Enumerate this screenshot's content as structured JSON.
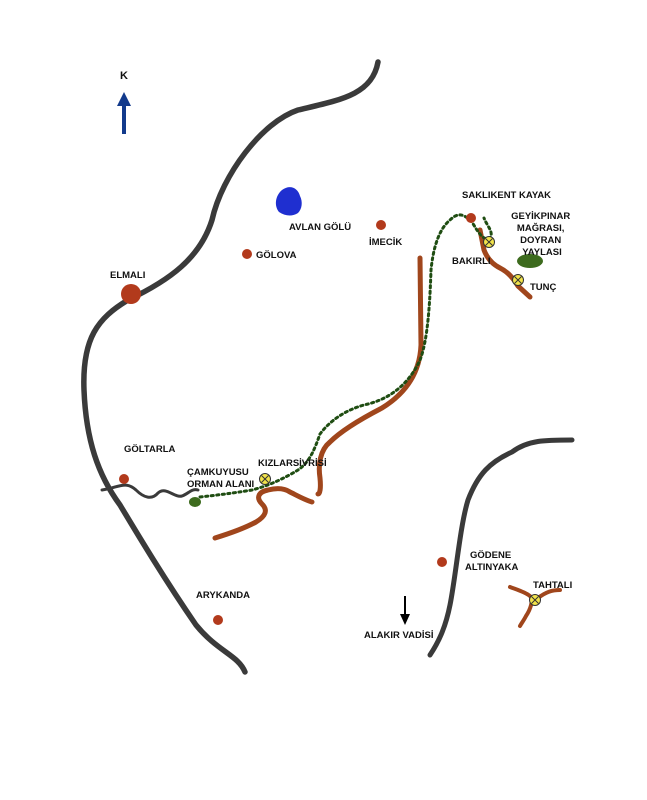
{
  "compass": {
    "letter": "K"
  },
  "places": {
    "elmali": "ELMALI",
    "avlan_golu": "AVLAN GÖLÜ",
    "imecik": "İMECİK",
    "golova": "GÖLOVA",
    "saklikent": "SAKLIKENT KAYAK",
    "geyikpinar": [
      "GEYİKPINAR",
      "MAĞRASI,",
      "DOYRAN",
      "YAYLASI"
    ],
    "bakirli": "BAKIRLI",
    "tunc": "TUNÇ",
    "goltarla": "GÖLTARLA",
    "camkuyusu": [
      "ÇAMKUYUSU",
      "ORMAN ALANI"
    ],
    "kizlarsivrisi": "KIZLARSİVRİSİ",
    "arykanda": "ARYKANDA",
    "godene": [
      "GÖDENE",
      "ALTINYAKA"
    ],
    "tahtali": "TAHTALI",
    "alakir": "ALAKIR VADİSİ"
  },
  "colors": {
    "road": "#3a3a3a",
    "ridge": "#a0461c",
    "trail": "#1f4d12",
    "town": "#b23a1c",
    "lake": "#1f2fd0",
    "arrow": "#123a8c",
    "forest": "#3d6b1e",
    "summit": "#f2e34a"
  }
}
